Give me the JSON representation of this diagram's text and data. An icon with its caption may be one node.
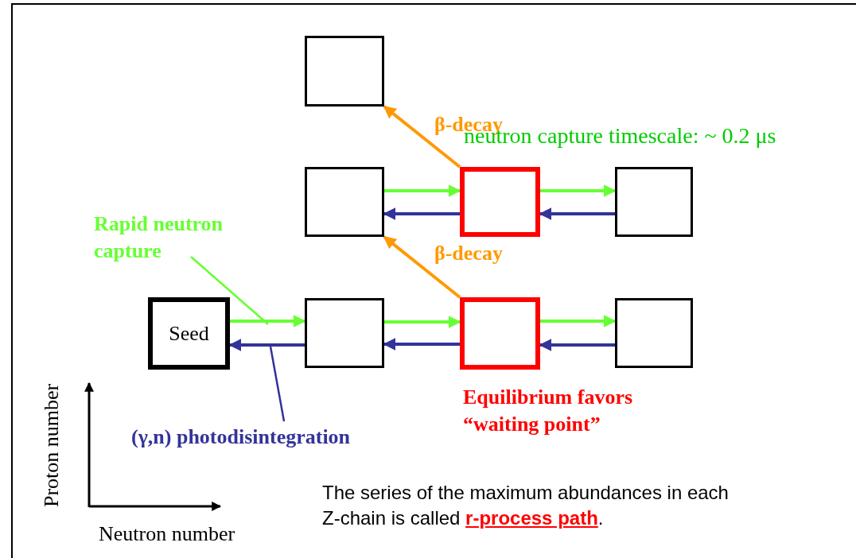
{
  "diagram": {
    "nodes": [
      {
        "text": [],
        "shape": "box"
      },
      {
        "text": [],
        "shape": "box"
      },
      {
        "text": [],
        "shape": "box"
      },
      {
        "text": [],
        "shape": "box"
      },
      {
        "text": [
          "Seed"
        ]
      },
      {
        "text": [],
        "shape": "box"
      },
      {
        "text": [],
        "shape": "box"
      },
      {
        "text": [],
        "shape": "box"
      },
      {
        "text": [
          "Rapid neutron capture"
        ]
      },
      {
        "text": [
          "(γ,n) photodisintegration"
        ]
      }
    ],
    "edges": [
      {
        "from": 2,
        "to": 0,
        "arrow": "to",
        "label": "β-decay",
        "color": "#ff9900"
      },
      {
        "from": 1,
        "to": 2,
        "arrow": "to",
        "color": "#66ff33"
      },
      {
        "from": 2,
        "to": 1,
        "arrow": "to",
        "color": "#333399"
      },
      {
        "from": 2,
        "to": 3,
        "arrow": "to",
        "color": "#66ff33"
      },
      {
        "from": 3,
        "to": 2,
        "arrow": "to",
        "color": "#333399"
      },
      {
        "from": 6,
        "to": 1,
        "arrow": "to",
        "label": "β-decay",
        "color": "#ff9900"
      },
      {
        "from": 4,
        "to": 5,
        "arrow": "to",
        "color": "#66ff33"
      },
      {
        "from": 5,
        "to": 4,
        "arrow": "to",
        "color": "#333399"
      },
      {
        "from": 5,
        "to": 6,
        "arrow": "to",
        "color": "#66ff33"
      },
      {
        "from": 6,
        "to": 5,
        "arrow": "to",
        "color": "#333399"
      },
      {
        "from": 6,
        "to": 7,
        "arrow": "to",
        "color": "#66ff33"
      },
      {
        "from": 7,
        "to": 6,
        "arrow": "to",
        "color": "#333399"
      },
      {
        "from": 8,
        "to": null,
        "arrow": "none",
        "color": "#66ff33"
      },
      {
        "from": 9,
        "to": null,
        "arrow": "none",
        "color": "#333399"
      }
    ],
    "labels": [
      "neutron capture timescale: ~ 0.2 μs",
      "Equilibrium favors “waiting point”",
      "Proton number",
      "Neutron number",
      "The series of the maximum abundances in each Z-chain is called **r-process path**."
    ]
  }
}
